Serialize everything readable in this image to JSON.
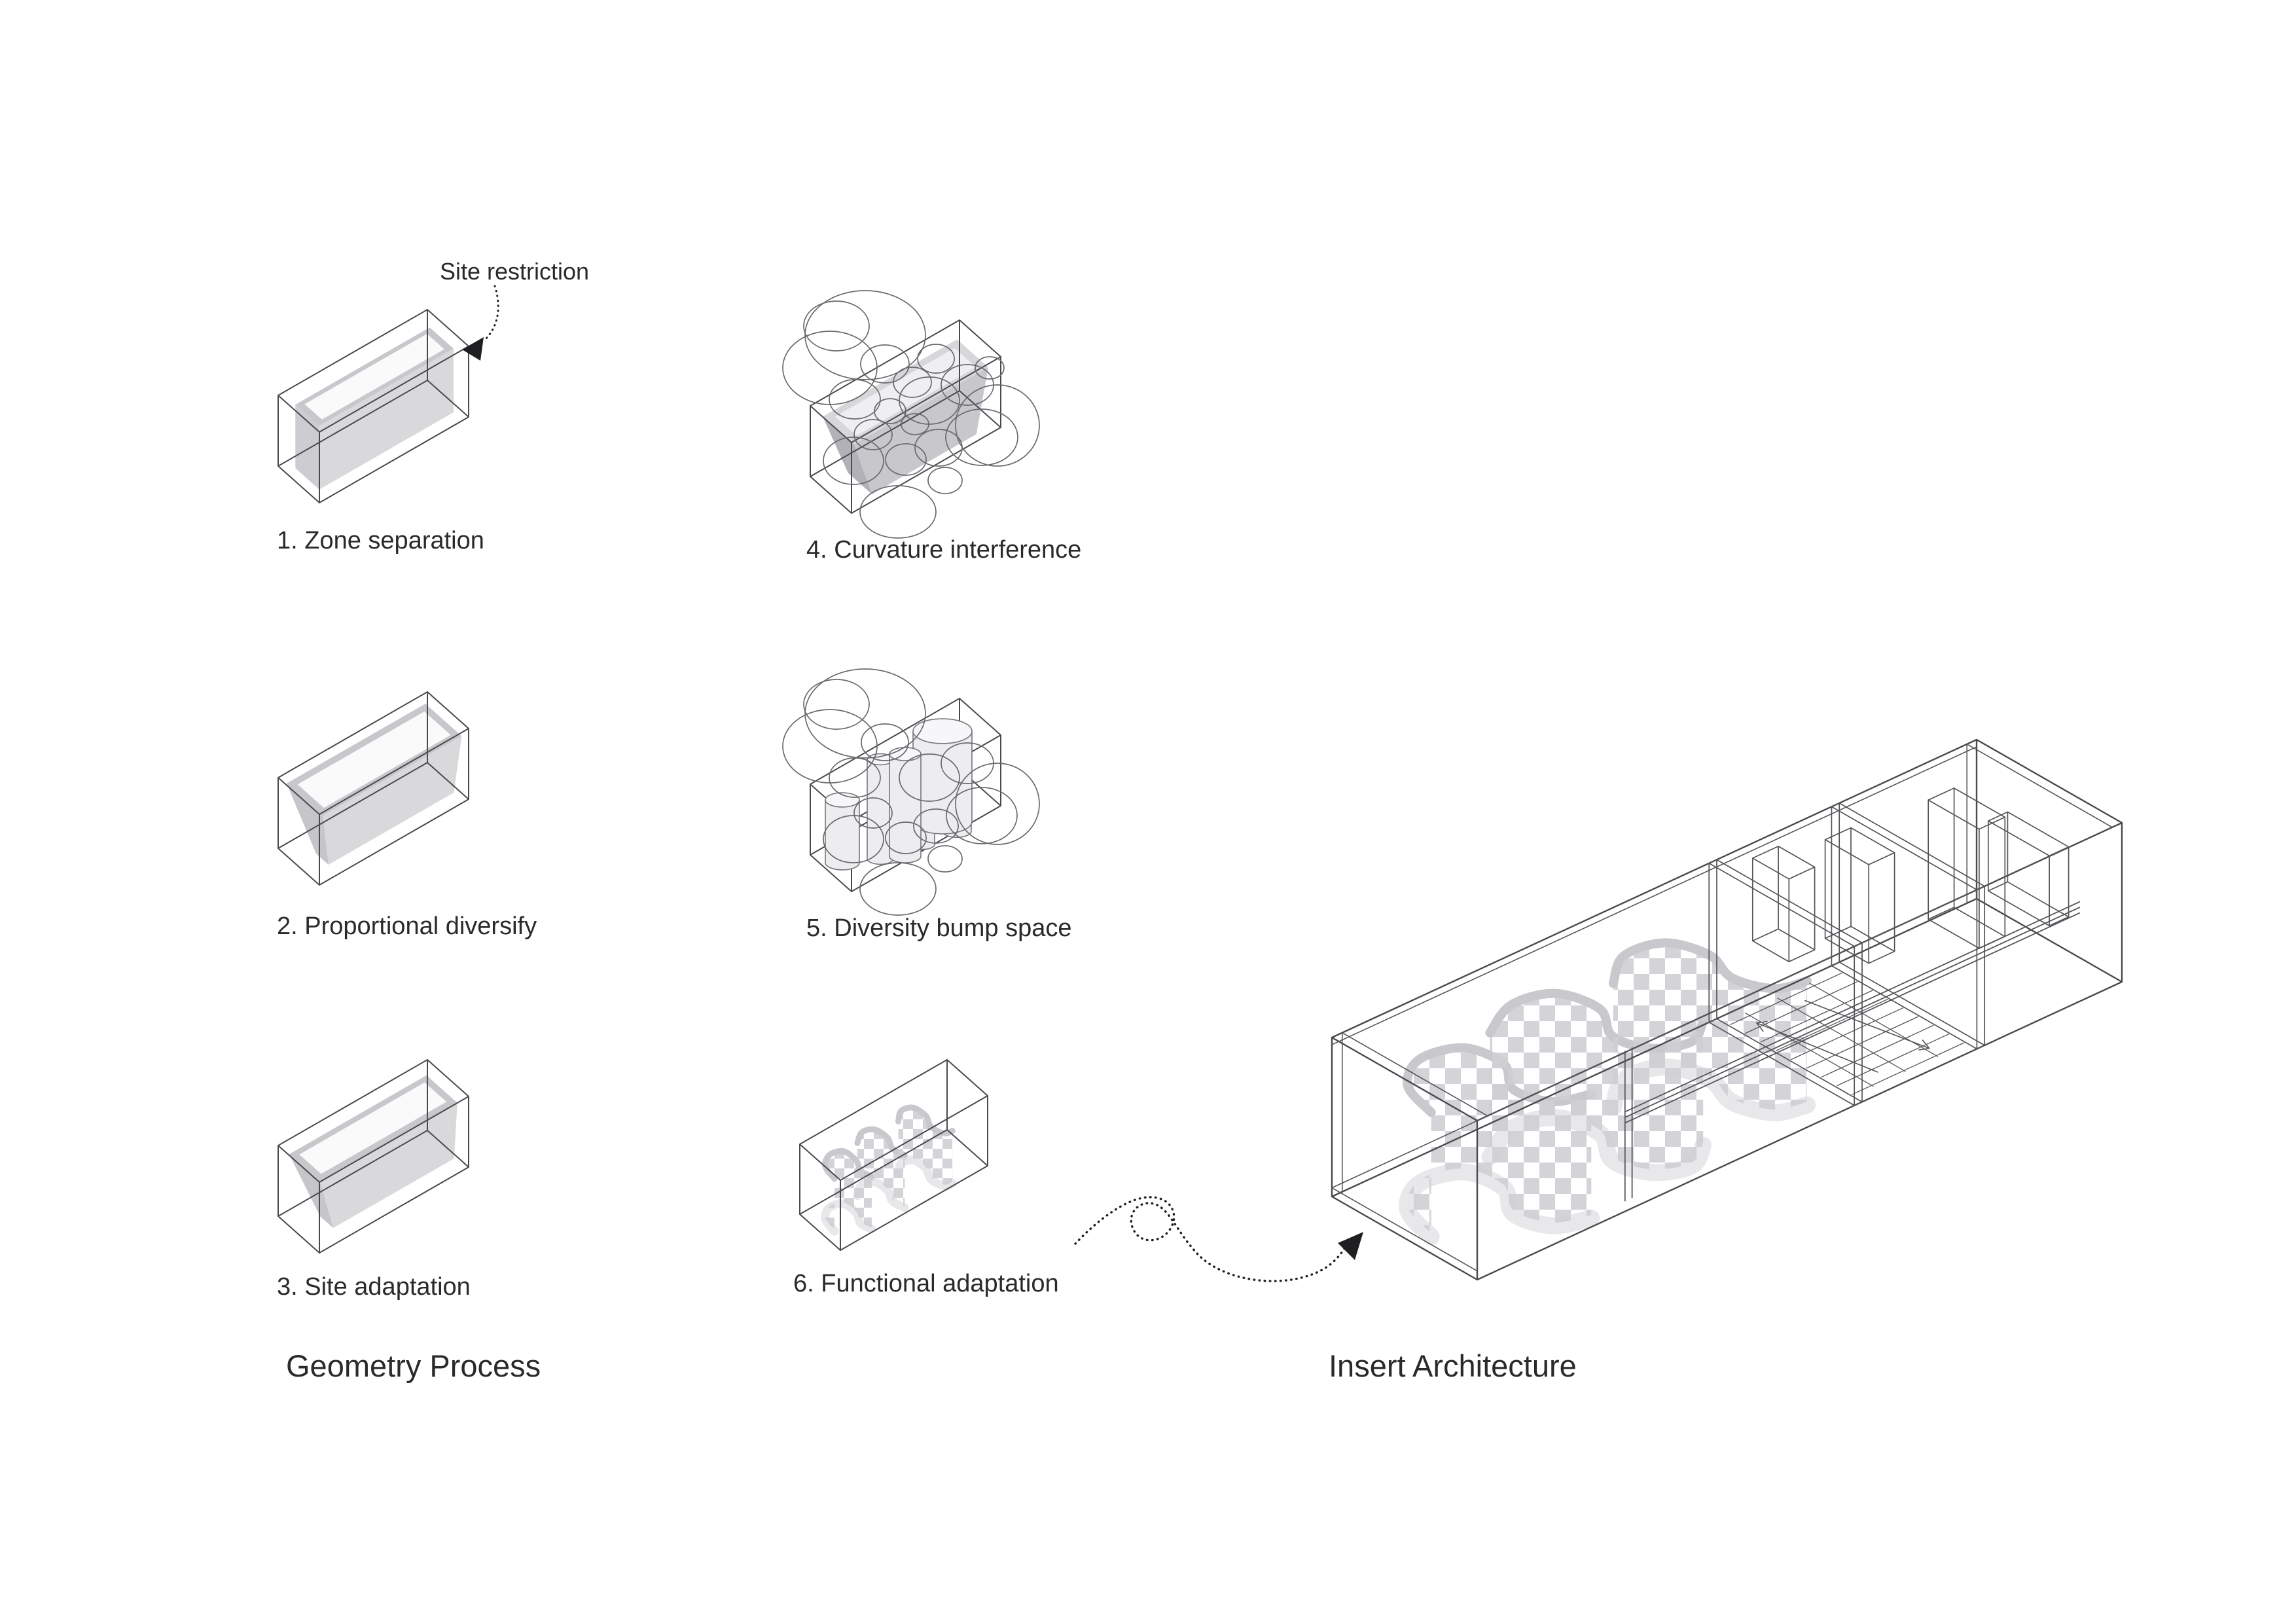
{
  "labels": {
    "site_restriction": "Site restriction",
    "geometry_process": "Geometry Process",
    "insert_architecture": "Insert Architecture"
  },
  "steps": [
    {
      "label": "1. Zone separation",
      "figure": "wireframe box containing rectangular solid slab"
    },
    {
      "label": "2. Proportional diversify",
      "figure": "wireframe box containing tapered solid volume"
    },
    {
      "label": "3. Site adaptation",
      "figure": "wireframe box containing site-adapted tapered volume"
    },
    {
      "label": "4. Curvature interference",
      "figure": "wireframe box with tapered volume overlaid by interfering circles"
    },
    {
      "label": "5. Diversity bump space",
      "figure": "wireframe box with vertical cylinders and interfering circles"
    },
    {
      "label": "6. Functional adaptation",
      "figure": "wireframe box with serpentine checkered lattice walls"
    }
  ],
  "icons": {
    "site_restriction_arrow": "dotted-curve-arrow-left",
    "insert_arrow": "dotted-loop-arrow-right",
    "stair_up_arrow": "thin-line-arrow",
    "stair_down_arrow": "thin-line-arrow"
  },
  "colors": {
    "background": "#ffffff",
    "line": "#4a4a4e",
    "detail_line": "#55555a",
    "ellipse_line": "#6a6a6e",
    "text": "#2a2a2d",
    "arrow": "#1f1f22",
    "solid_light": "#d9d9db",
    "solid_mid": "#c8c8cc",
    "solid_dark": "#a9a9af",
    "solid_white": "#fafafb",
    "lattice": "#cfcfd4",
    "ribbon": "#c9c9cd",
    "shadow": "#e8e8ea",
    "cylinder_fill": "#ededef",
    "cylinder_top": "#f7f7f9"
  }
}
